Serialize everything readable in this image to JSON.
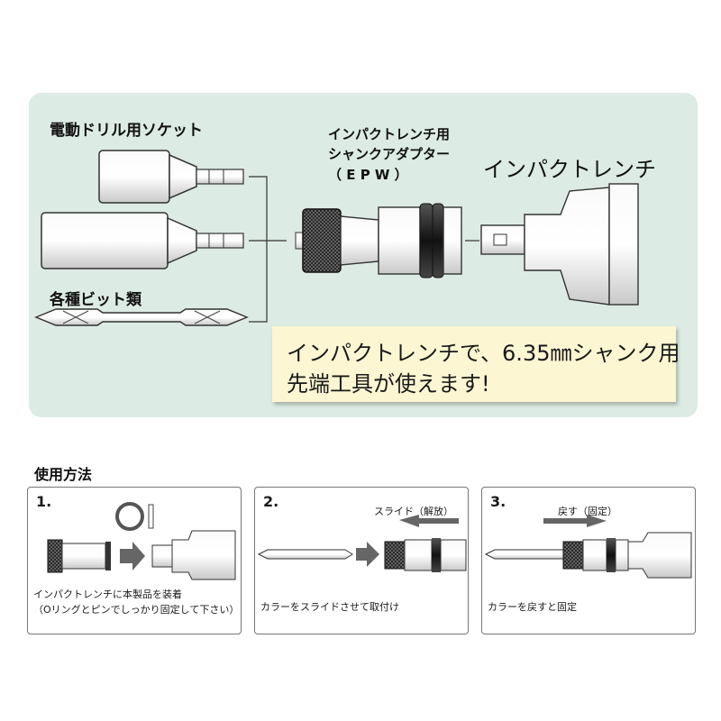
{
  "top": {
    "socket_label": "電動ドリル用ソケット",
    "bits_label": "各種ビット類",
    "adapter_label": [
      "インパクトレンチ用",
      "シャンクアダプター",
      "（ E P W ）"
    ],
    "wrench_label": "インパクトレンチ",
    "callout": [
      "インパクトレンチで、6.35㎜シャンク用",
      "先端工具が使えます!"
    ]
  },
  "usage": {
    "title": "使用方法",
    "steps": [
      {
        "num": "1.",
        "caption": [
          "インパクトレンチに本製品を装着",
          "（Oリングとピンでしっかり固定して下さい）"
        ]
      },
      {
        "num": "2.",
        "arrow_label": "スライド（解放）",
        "caption": [
          "カラーをスライドさせて取付け"
        ]
      },
      {
        "num": "3.",
        "arrow_label": "戻す（固定）",
        "caption": [
          "カラーを戻すと固定"
        ]
      }
    ]
  },
  "colors": {
    "panel": "#dcebe3",
    "callout": "#fdf6d3",
    "arrow": "#666666"
  },
  "icons": [
    "socket-icon",
    "bit-icon",
    "adapter-icon",
    "impact-wrench-icon",
    "o-ring-icon",
    "pin-icon",
    "right-arrow-icon",
    "left-arrow-icon"
  ]
}
